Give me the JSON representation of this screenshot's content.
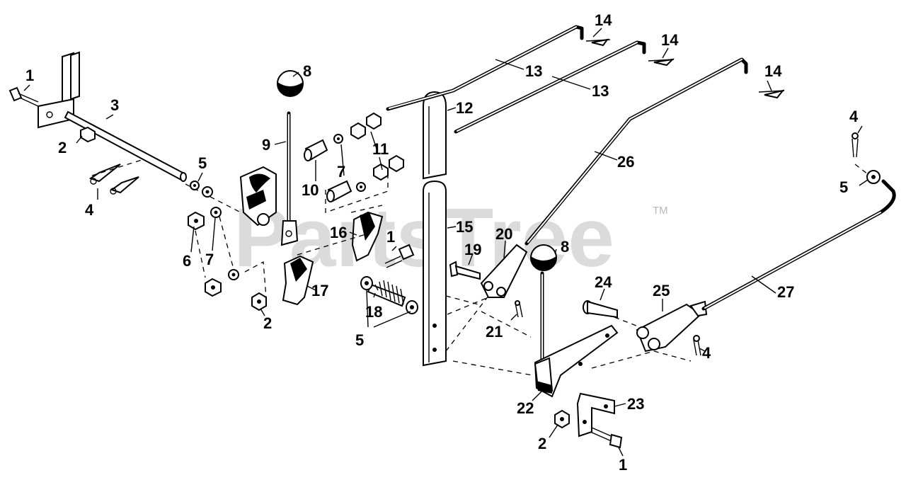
{
  "watermark": {
    "text": "PartsTree",
    "trademark": "TM"
  },
  "callouts": [
    {
      "id": "c-1-a",
      "text": "1"
    },
    {
      "id": "c-2-a",
      "text": "2"
    },
    {
      "id": "c-3",
      "text": "3"
    },
    {
      "id": "c-4-a",
      "text": "4"
    },
    {
      "id": "c-5-a",
      "text": "5"
    },
    {
      "id": "c-6",
      "text": "6"
    },
    {
      "id": "c-7-a",
      "text": "7"
    },
    {
      "id": "c-2-b",
      "text": "2"
    },
    {
      "id": "c-8-a",
      "text": "8"
    },
    {
      "id": "c-9",
      "text": "9"
    },
    {
      "id": "c-10",
      "text": "10"
    },
    {
      "id": "c-7-b",
      "text": "7"
    },
    {
      "id": "c-11",
      "text": "11"
    },
    {
      "id": "c-16",
      "text": "16"
    },
    {
      "id": "c-1-b",
      "text": "1"
    },
    {
      "id": "c-17",
      "text": "17"
    },
    {
      "id": "c-18",
      "text": "18"
    },
    {
      "id": "c-5-b",
      "text": "5"
    },
    {
      "id": "c-12",
      "text": "12"
    },
    {
      "id": "c-13-a",
      "text": "13"
    },
    {
      "id": "c-13-b",
      "text": "13"
    },
    {
      "id": "c-14-a",
      "text": "14"
    },
    {
      "id": "c-14-b",
      "text": "14"
    },
    {
      "id": "c-14-c",
      "text": "14"
    },
    {
      "id": "c-15",
      "text": "15"
    },
    {
      "id": "c-19",
      "text": "19"
    },
    {
      "id": "c-20",
      "text": "20"
    },
    {
      "id": "c-21",
      "text": "21"
    },
    {
      "id": "c-26",
      "text": "26"
    },
    {
      "id": "c-8-b",
      "text": "8"
    },
    {
      "id": "c-24",
      "text": "24"
    },
    {
      "id": "c-25",
      "text": "25"
    },
    {
      "id": "c-22",
      "text": "22"
    },
    {
      "id": "c-23",
      "text": "23"
    },
    {
      "id": "c-2-c",
      "text": "2"
    },
    {
      "id": "c-1-c",
      "text": "1"
    },
    {
      "id": "c-4-b",
      "text": "4"
    },
    {
      "id": "c-5-c",
      "text": "5"
    },
    {
      "id": "c-27",
      "text": "27"
    },
    {
      "id": "c-4-c",
      "text": "4"
    }
  ]
}
